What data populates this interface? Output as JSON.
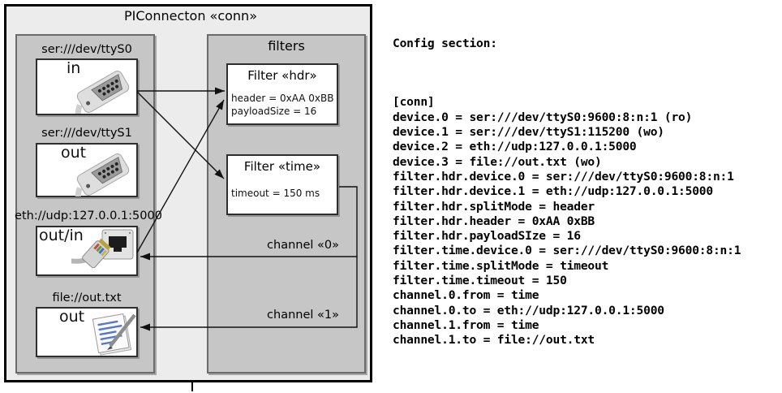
{
  "diagram": {
    "title": "PIConnecton «conn»",
    "devices_group": {
      "devices": [
        {
          "label": "ser:///dev/ttyS0",
          "direction": "in",
          "icon": "serial-connector-icon"
        },
        {
          "label": "ser:///dev/ttyS1",
          "direction": "out",
          "icon": "serial-connector-icon"
        },
        {
          "label": "eth://udp:127.0.0.1:5000",
          "direction": "out/in",
          "icon": "ethernet-connector-icon"
        },
        {
          "label": "file://out.txt",
          "direction": "out",
          "icon": "notepad-pen-icon"
        }
      ]
    },
    "filters_group": {
      "label": "filters",
      "filters": [
        {
          "title": "Filter «hdr»",
          "attributes": {
            "0": "header = 0xAA 0xBB",
            "1": "payloadSize = 16"
          }
        },
        {
          "title": "Filter «time»",
          "attributes": {
            "0": "timeout = 150 ms"
          }
        }
      ]
    },
    "channels": [
      {
        "label": "channel «0»"
      },
      {
        "label": "channel «1»"
      }
    ],
    "connections": [
      "ser:///dev/ttyS0 -> Filter «hdr»",
      "ser:///dev/ttyS0 -> Filter «time»",
      "eth://udp:127.0.0.1:5000 -> Filter «hdr»",
      "Filter «time» -> channel «0» -> eth://udp:127.0.0.1:5000",
      "Filter «time» -> channel «1» -> file://out.txt"
    ],
    "colors": {
      "outer_fill": "#ececec",
      "group_fill": "#c6c6c6",
      "box_fill": "#ffffff",
      "line": "#111111"
    }
  },
  "config": {
    "heading": "Config section:",
    "lines": [
      "[conn]",
      "device.0 = ser:///dev/ttyS0:9600:8:n:1 (ro)",
      "device.1 = ser:///dev/ttyS1:115200 (wo)",
      "device.2 = eth://udp:127.0.0.1:5000",
      "device.3 = file://out.txt (wo)",
      "filter.hdr.device.0 = ser:///dev/ttyS0:9600:8:n:1",
      "filter.hdr.device.1 = eth://udp:127.0.0.1:5000",
      "filter.hdr.splitMode = header",
      "filter.hdr.header = 0xAA 0xBB",
      "filter.hdr.payloadSIze = 16",
      "filter.time.device.0 = ser:///dev/ttyS0:9600:8:n:1",
      "filter.time.splitMode = timeout",
      "filter.time.timeout = 150",
      "channel.0.from = time",
      "channel.0.to = eth://udp:127.0.0.1:5000",
      "channel.1.from = time",
      "channel.1.to = file://out.txt"
    ]
  }
}
